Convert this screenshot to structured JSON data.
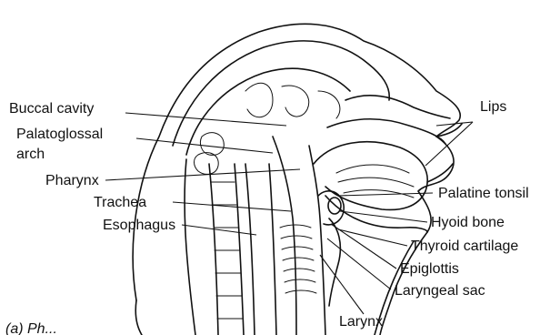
{
  "figure_caption": "(a) Ph...",
  "labels": {
    "buccal_cavity": "Buccal cavity",
    "palatoglossal_arch_line1": "Palatoglossal",
    "palatoglossal_arch_line2": "arch",
    "pharynx": "Pharynx",
    "trachea": "Trachea",
    "esophagus": "Esophagus",
    "lips": "Lips",
    "palatine_tonsil": "Palatine tonsil",
    "hyoid_bone": "Hyoid bone",
    "thyroid_cartilage": "Thyroid cartilage",
    "epiglottis": "Epiglottis",
    "laryngeal_sac": "Laryngeal sac",
    "larynx": "Larynx"
  }
}
